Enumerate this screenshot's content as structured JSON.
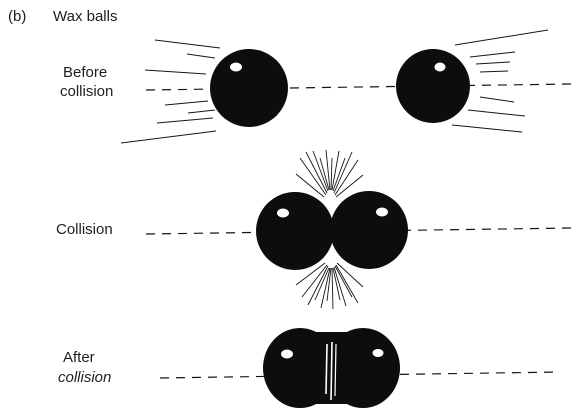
{
  "header": {
    "part_label": "(b)",
    "title": "Wax balls"
  },
  "stages": {
    "before": {
      "line1": "Before",
      "line2": "collision"
    },
    "collision": {
      "label": "Collision"
    },
    "after": {
      "line1": "After",
      "line2": "collision"
    }
  },
  "colors": {
    "ink": "#161616",
    "ball": "#0d0d0d",
    "highlight": "#ffffff",
    "paper": "#ffffff"
  }
}
